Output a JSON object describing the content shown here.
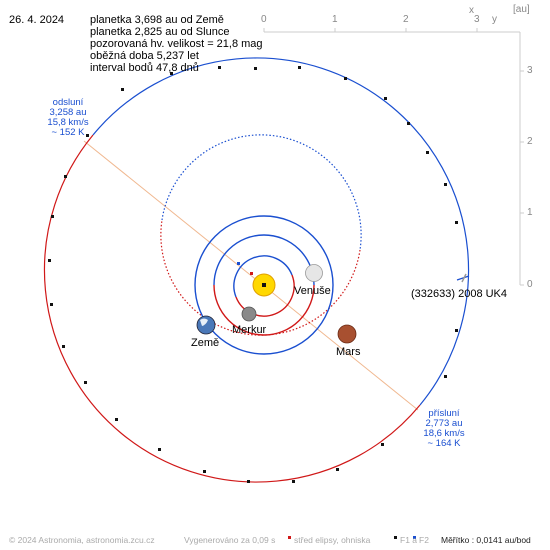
{
  "date": "26. 4. 2024",
  "info_lines": [
    "planetka 3,698 au od Země",
    "planetka 2,825 au od Slunce",
    "pozorovaná hv. velikost = 21,8 mag",
    "oběžná doba 5,237 let",
    "interval bodů 47,8 dnů"
  ],
  "aphelion": {
    "title": "odsluní",
    "dist": "3,258 au",
    "speed": "15,8 km/s",
    "temp": "~ 152 K"
  },
  "perihelion": {
    "title": "přísluní",
    "dist": "2,773 au",
    "speed": "18,6 km/s",
    "temp": "~ 164 K"
  },
  "labels": {
    "asteroid": "(332633) 2008 UK4",
    "venus": "Venuše",
    "mercury": "Merkur",
    "earth": "Země",
    "mars": "Mars"
  },
  "axis": {
    "x_ticks": [
      "0",
      "1",
      "2",
      "3"
    ],
    "y_ticks": [
      "3",
      "2",
      "1",
      "0"
    ],
    "x_label": "x",
    "y_label": "y",
    "unit": "[au]"
  },
  "footer": {
    "copyright": "© 2024 Astronomia, astronomia.zcu.cz",
    "generated": "Vygenerováno za 0,09 s",
    "legend_center": "střed elipsy, ohniska",
    "legend_f1": "F1 a",
    "legend_f2": "F2",
    "scale": "Měřítko : 0,0141 au/bod"
  },
  "colors": {
    "orbit_blue": "#1a4fd0",
    "orbit_red": "#d01818",
    "apsis_line": "#f0b890"
  }
}
